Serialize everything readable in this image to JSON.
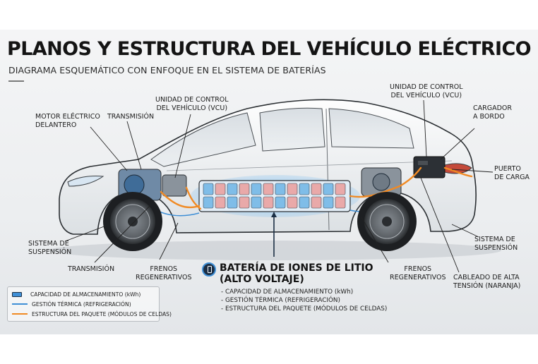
{
  "title": "PLANOS Y ESTRUCTURA DEL VEHÍCULO ELÉCTRICO",
  "subtitle": "DIAGRAMA ESQUEMÁTICO CON ENFOQUE EN EL SISTEMA DE BATERÍAS",
  "labels": {
    "motor": "MOTOR ELÉCTRICO\nDELANTERO",
    "transmision_top": "TRANSMISIÓN",
    "vcu_left": "UNIDAD DE CONTROL\nDEL VEHÍCULO (VCU)",
    "vcu_right": "UNIDAD DE CONTROL\nDEL VEHÍCULO (VCU)",
    "cargador": "CARGADOR\nA BORDO",
    "puerto": "PUERTO\nDE CARGA",
    "suspension_left": "SISTEMA DE\nSUSPENSIÓN",
    "transmision_bottom": "TRANSMISIÓN",
    "frenos_left": "FRENOS\nREGENERATIVOS",
    "frenos_right": "FRENOS\nREGENERATIVOS",
    "cableado": "CABLEADO DE ALTA\nTENSIÓN (NARANJA)",
    "suspension_right": "SISTEMA DE\nSUSPENSIÓN"
  },
  "battery": {
    "title": "BATERÍA DE IONES DE LITIO\n(ALTO VOLTAJE)",
    "items": [
      "- CAPACIDAD DE ALMACENAMIENTO (kWh)",
      "- GESTIÓN TÉRMICA (REFRIGERACIÓN)",
      "- ESTRUCTURA DEL PAQUETE (MÓDULOS DE CELDAS)"
    ]
  },
  "legend": {
    "items": [
      "CAPACIDAD DE ALMACENAMIENTO (kWh)",
      "GESTIÓN TÉRMICA (REFRIGERACIÓN)",
      "ESTRUCTURA DEL PAQUETE (MÓDULOS DE CELDAS)"
    ]
  },
  "colors": {
    "high_voltage": "#f08a24",
    "cooling": "#3f8fd6",
    "battery_glow": "#9fd6ff",
    "outline": "#2b2f33"
  }
}
